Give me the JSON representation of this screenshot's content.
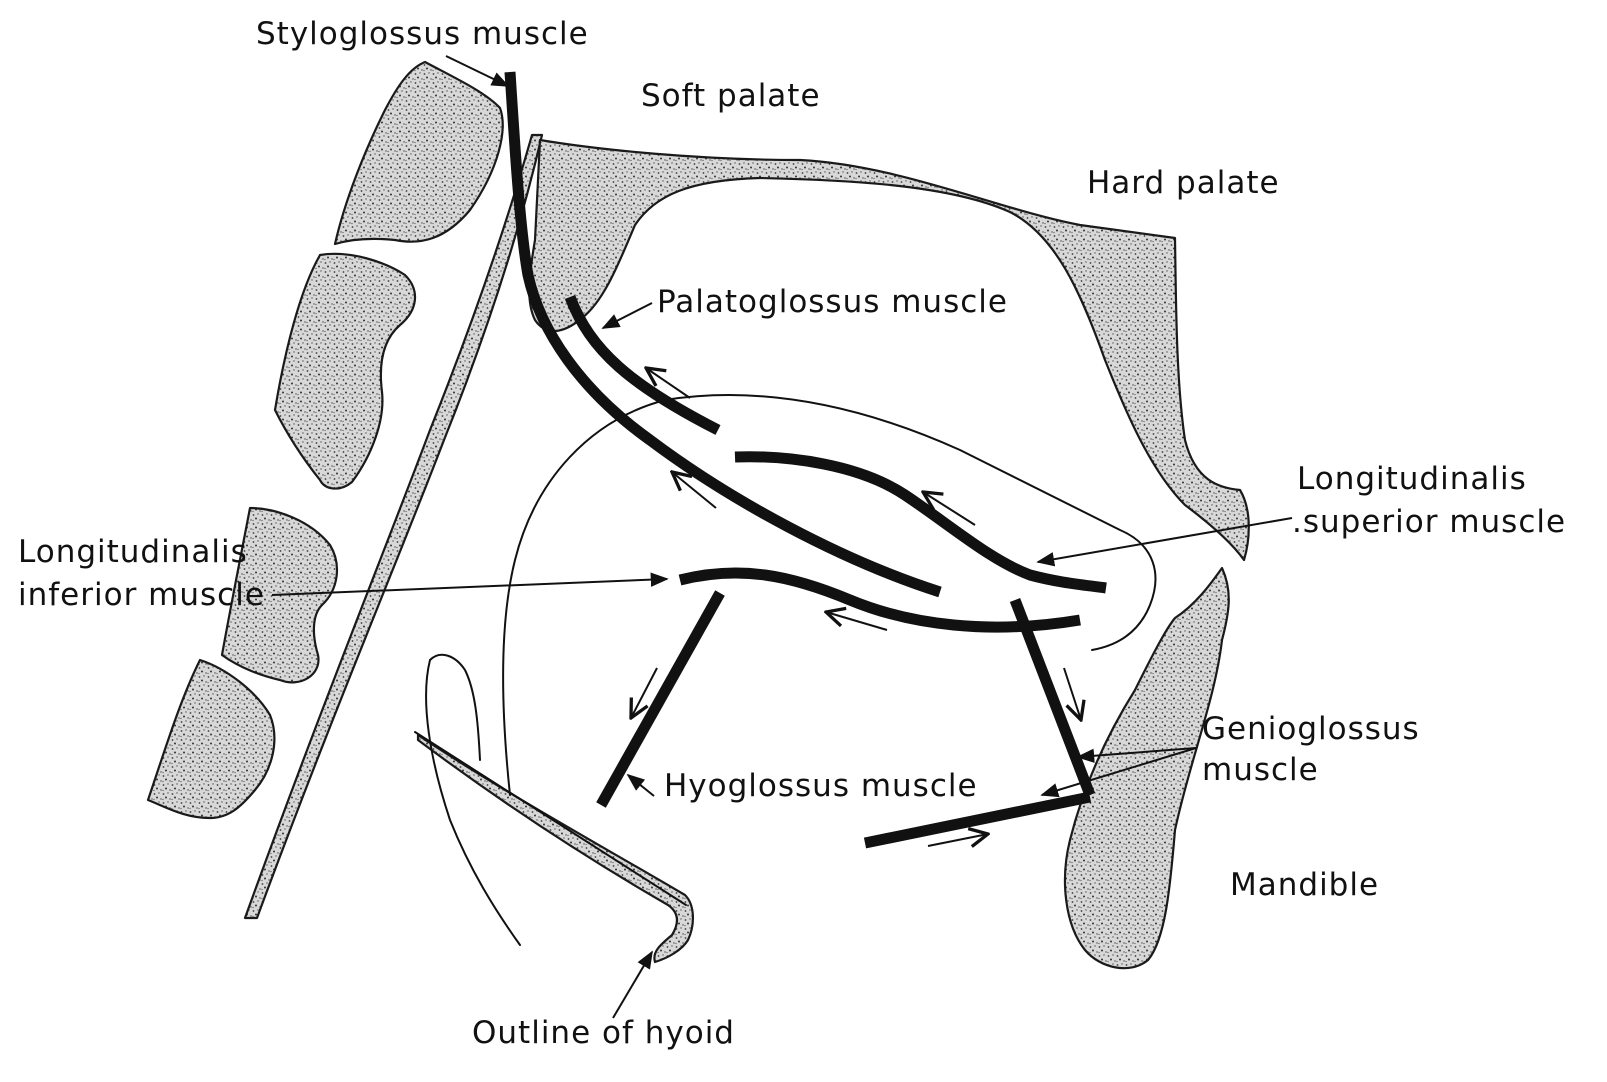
{
  "labels": {
    "styloglossus": "Styloglossus muscle",
    "soft_palate": "Soft palate",
    "hard_palate": "Hard palate",
    "palatoglossus": "Palatoglossus  muscle",
    "long_sup_1": "Longitudinalis",
    "long_sup_2": ".superior muscle",
    "long_inf_1": "Longitudinalis",
    "long_inf_2": "inferior muscle",
    "genioglossus_1": "Genioglossus",
    "genioglossus_2": "muscle",
    "hyoglossus": "Hyoglossus muscle",
    "mandible": "Mandible",
    "hyoid": "Outline of hyoid"
  },
  "colors": {
    "ink": "#111111",
    "stipple_bg": "#d6d6d6",
    "stipple_dot": "#4a4a4a"
  }
}
